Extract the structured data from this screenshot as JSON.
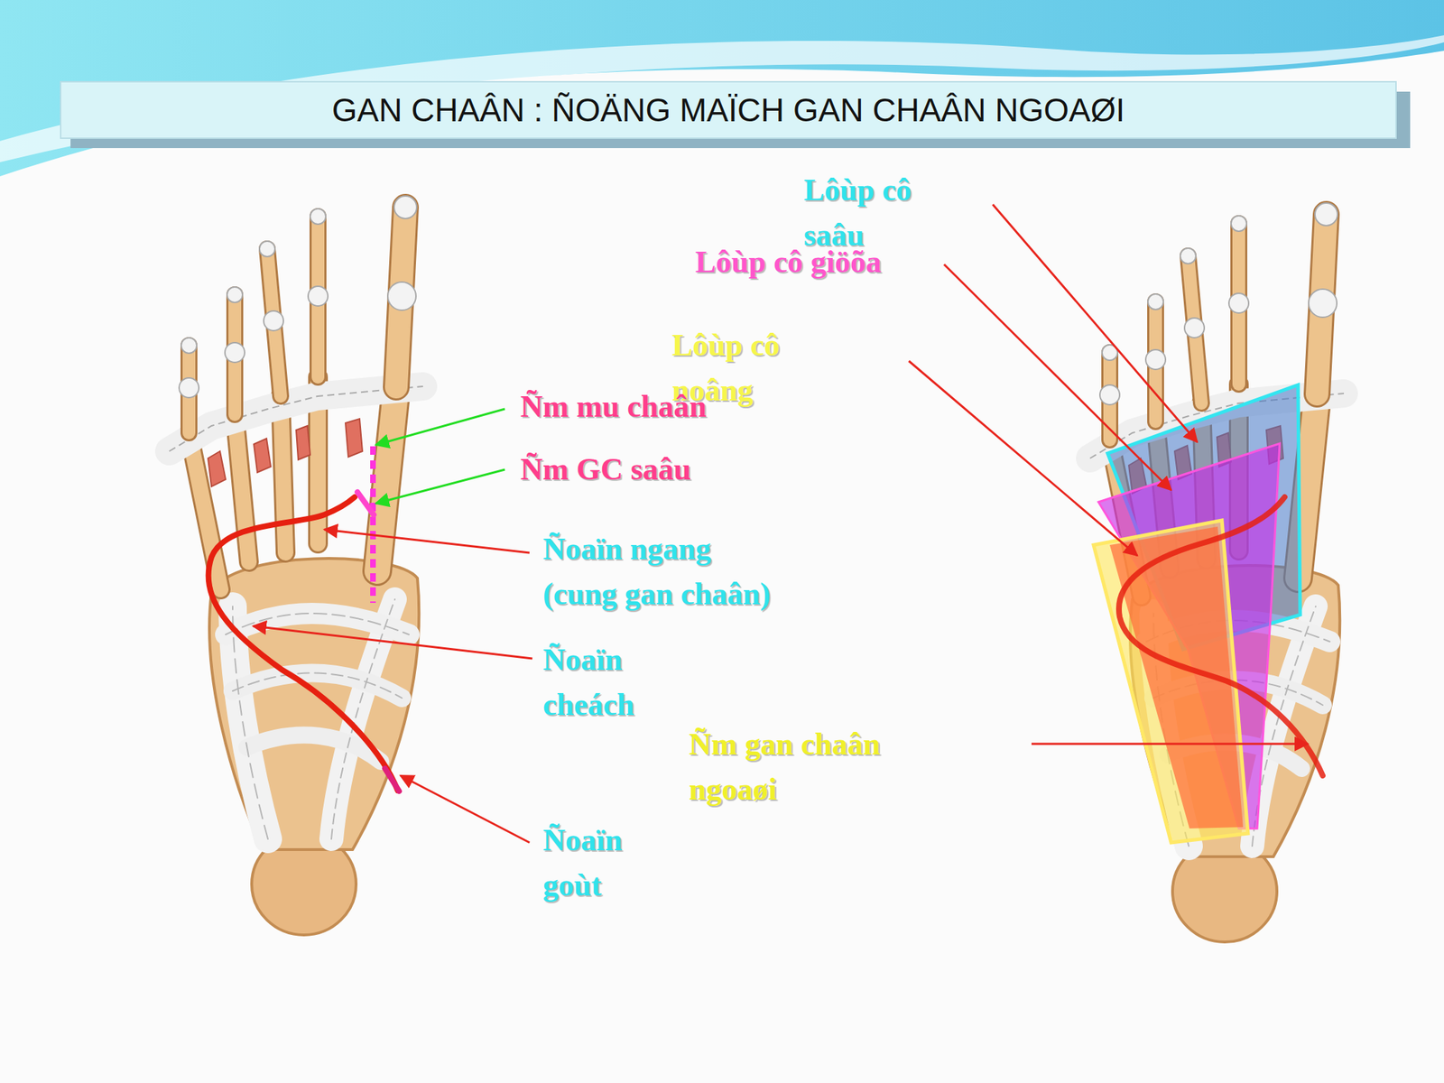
{
  "diagram": {
    "title": "GAN CHAÂN : ÑOÄNG MAÏCH GAN CHAÂN NGOAØI",
    "labels": [
      "Lôùp cô saâu",
      "Lôùp cô giöõa",
      "Lôùp cô noâng",
      "Ñm mu chaân",
      "Ñm GC saâu",
      "Ñoaïn ngang (cung gan chaân)",
      "Ñoaïn cheách",
      "Ñm gan chaân ngoaøi",
      "Ñoaïn goùt"
    ]
  }
}
